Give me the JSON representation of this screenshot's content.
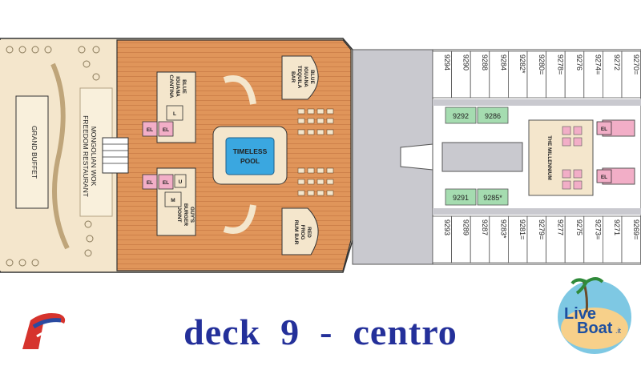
{
  "title": "deck  9  -  centro",
  "venues": {
    "grand_buffet": "GRAND BUFFET",
    "mongolian_wok": "MONGOLIAN WOK",
    "freedom_restaurant": "FREEDOM RESTAURANT",
    "pool_line1": "TIMELESS",
    "pool_line2": "POOL",
    "blue_iguana_bar": [
      "BLUE",
      "IGUANA",
      "TEQUILA",
      "BAR"
    ],
    "red_frog_bar": [
      "RED",
      "FROG",
      "RUM BAR"
    ],
    "blue_iguana_cantina": [
      "BLUE",
      "IGUANA",
      "CANTINA"
    ],
    "guys_burger": [
      "GUY'S",
      "BURGER",
      "JOINT"
    ],
    "the_millennium": "THE MILLENNIUM"
  },
  "markers": {
    "elevator": "EL",
    "ladies": "L",
    "mens": "M",
    "unisex": "U"
  },
  "cabins_top": [
    "9294",
    "9290",
    "9288",
    "9284",
    "9282*",
    "9280=",
    "9278=",
    "9276",
    "9274=",
    "9272",
    "9270="
  ],
  "cabins_bottom": [
    "9293",
    "9289",
    "9287",
    "9283*",
    "9281=",
    "9279=",
    "9277",
    "9275",
    "9273=",
    "9271",
    "9269="
  ],
  "cabins_inner_top": [
    "9292",
    "9286"
  ],
  "cabins_inner_bottom": [
    "9291",
    "9285*"
  ],
  "logo": {
    "brand_line1": "Live",
    "brand_line2": "Boat",
    "brand_suffix": ".it"
  },
  "colors": {
    "deck_wood": "#e0955a",
    "buffet_area": "#f4e6cc",
    "hull_grey": "#c9c9cf",
    "pool_water": "#3aa7e0",
    "elevator_pink": "#f2aec7",
    "cabin_green": "#a5dcb0",
    "title_blue": "#24309a"
  }
}
